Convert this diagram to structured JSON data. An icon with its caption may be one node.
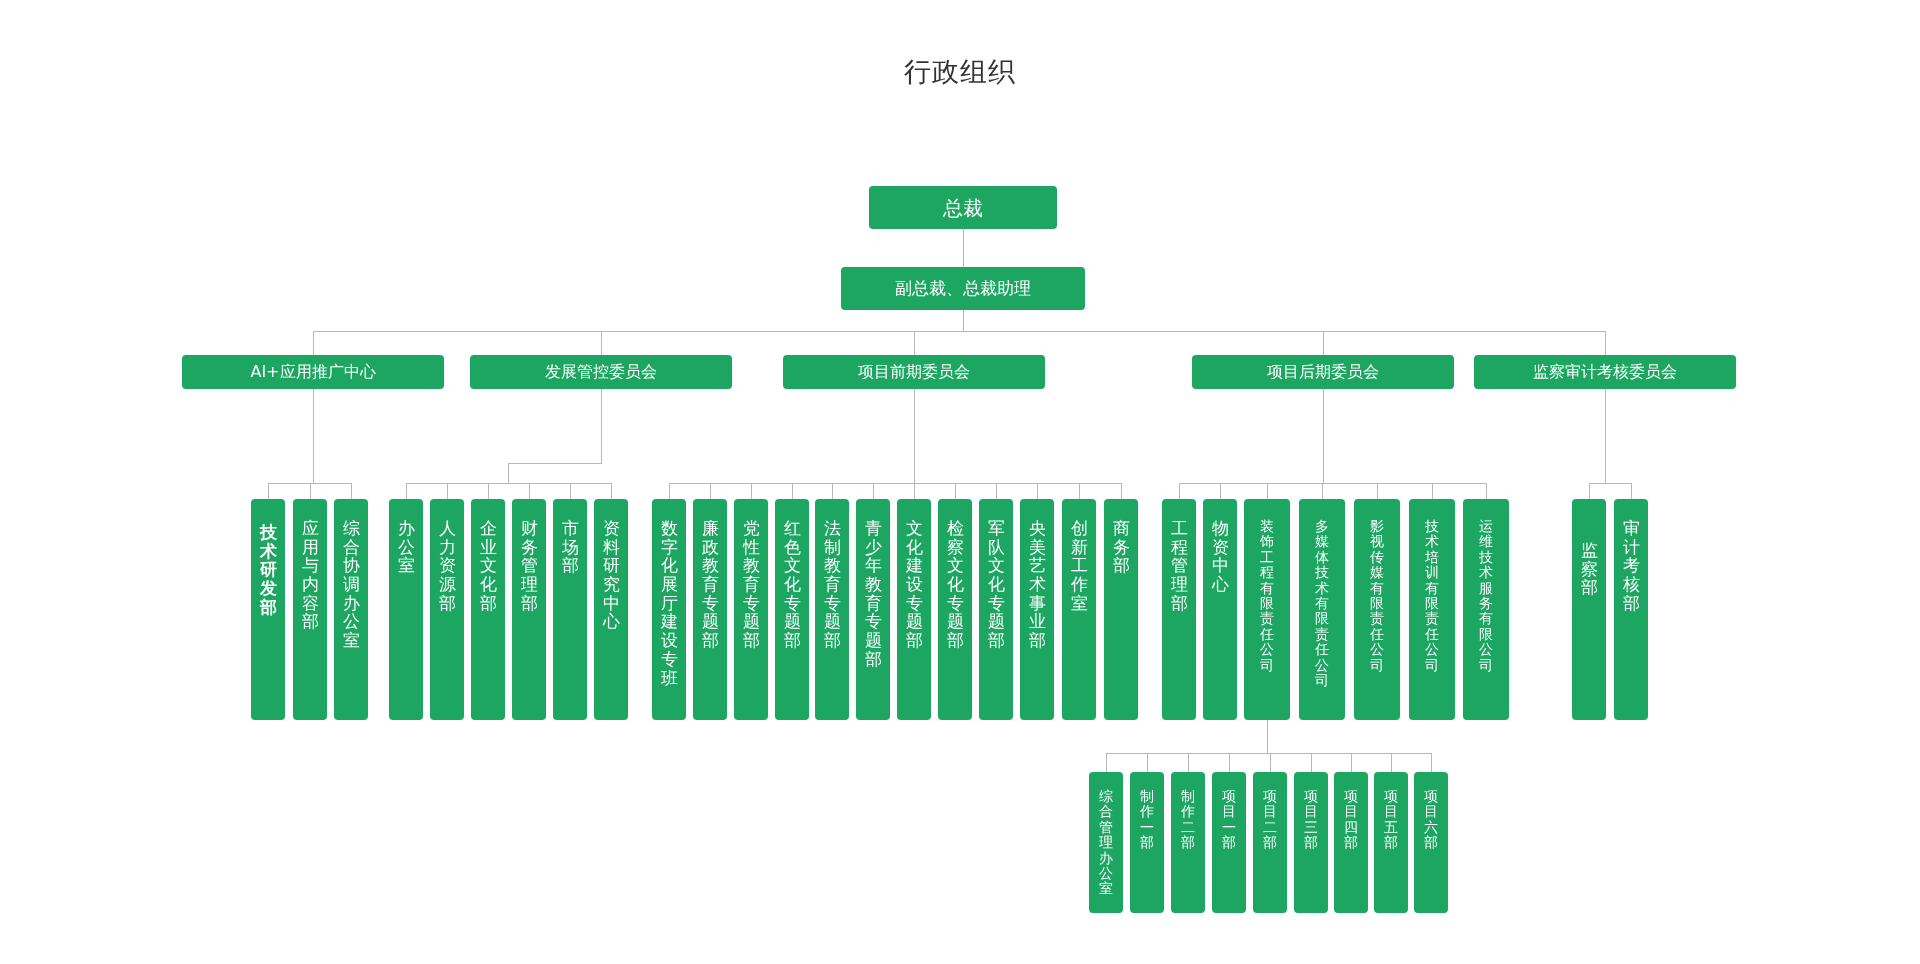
{
  "diagram": {
    "title": "行政组织",
    "nodes": [
      {
        "text": [
          "总裁"
        ]
      },
      {
        "text": [
          "副总裁、总裁助理"
        ]
      },
      {
        "text": [
          "AI+应用推广中心"
        ]
      },
      {
        "text": [
          "发展管控委员会"
        ]
      },
      {
        "text": [
          "项目前期委员会"
        ]
      },
      {
        "text": [
          "项目后期委员会"
        ]
      },
      {
        "text": [
          "监察审计考核委员会"
        ]
      },
      {
        "text": [
          "技术研发部"
        ]
      },
      {
        "text": [
          "应用与内容部"
        ]
      },
      {
        "text": [
          "综合协调办公室"
        ]
      },
      {
        "text": [
          "办公室"
        ]
      },
      {
        "text": [
          "人力资源部"
        ]
      },
      {
        "text": [
          "企业文化部"
        ]
      },
      {
        "text": [
          "财务管理部"
        ]
      },
      {
        "text": [
          "市场部"
        ]
      },
      {
        "text": [
          "资料研究中心"
        ]
      },
      {
        "text": [
          "数字化展厅建设专班"
        ]
      },
      {
        "text": [
          "廉政教育专题部"
        ]
      },
      {
        "text": [
          "党性教育专题部"
        ]
      },
      {
        "text": [
          "红色文化专题部"
        ]
      },
      {
        "text": [
          "法制教育专题部"
        ]
      },
      {
        "text": [
          "青少年教育专题部"
        ]
      },
      {
        "text": [
          "文化建设专题部"
        ]
      },
      {
        "text": [
          "检察文化专题部"
        ]
      },
      {
        "text": [
          "军队文化专题部"
        ]
      },
      {
        "text": [
          "央美艺术事业部"
        ]
      },
      {
        "text": [
          "创新工作室"
        ]
      },
      {
        "text": [
          "商务部"
        ]
      },
      {
        "text": [
          "工程管理部"
        ]
      },
      {
        "text": [
          "物资中心"
        ]
      },
      {
        "text": [
          "装饰工程有限责任公司"
        ]
      },
      {
        "text": [
          "多媒体技术有限责任公司"
        ]
      },
      {
        "text": [
          "影视传媒有限责任公司"
        ]
      },
      {
        "text": [
          "技术培训有限责任公司"
        ]
      },
      {
        "text": [
          "运维技术服务有限公司"
        ]
      },
      {
        "text": [
          "监察部"
        ]
      },
      {
        "text": [
          "审计考核部"
        ]
      },
      {
        "text": [
          "综合管理办公室"
        ]
      },
      {
        "text": [
          "制作一部"
        ]
      },
      {
        "text": [
          "制作二部"
        ]
      },
      {
        "text": [
          "项目一部"
        ]
      },
      {
        "text": [
          "项目二部"
        ]
      },
      {
        "text": [
          "项目三部"
        ]
      },
      {
        "text": [
          "项目四部"
        ]
      },
      {
        "text": [
          "项目五部"
        ]
      },
      {
        "text": [
          "项目六部"
        ]
      }
    ],
    "edges": [
      {
        "from": 0,
        "to": 1,
        "arrow": "none"
      },
      {
        "from": 1,
        "to": 2,
        "arrow": "none"
      },
      {
        "from": 1,
        "to": 3,
        "arrow": "none"
      },
      {
        "from": 1,
        "to": 4,
        "arrow": "none"
      },
      {
        "from": 1,
        "to": 5,
        "arrow": "none"
      },
      {
        "from": 1,
        "to": 6,
        "arrow": "none"
      },
      {
        "from": 2,
        "to": 7,
        "arrow": "none"
      },
      {
        "from": 2,
        "to": 8,
        "arrow": "none"
      },
      {
        "from": 2,
        "to": 9,
        "arrow": "none"
      },
      {
        "from": 3,
        "to": 10,
        "arrow": "none"
      },
      {
        "from": 3,
        "to": 11,
        "arrow": "none"
      },
      {
        "from": 3,
        "to": 12,
        "arrow": "none"
      },
      {
        "from": 3,
        "to": 13,
        "arrow": "none"
      },
      {
        "from": 3,
        "to": 14,
        "arrow": "none"
      },
      {
        "from": 3,
        "to": 15,
        "arrow": "none"
      },
      {
        "from": 4,
        "to": 16,
        "arrow": "none"
      },
      {
        "from": 4,
        "to": 17,
        "arrow": "none"
      },
      {
        "from": 4,
        "to": 18,
        "arrow": "none"
      },
      {
        "from": 4,
        "to": 19,
        "arrow": "none"
      },
      {
        "from": 4,
        "to": 20,
        "arrow": "none"
      },
      {
        "from": 4,
        "to": 21,
        "arrow": "none"
      },
      {
        "from": 4,
        "to": 22,
        "arrow": "none"
      },
      {
        "from": 4,
        "to": 23,
        "arrow": "none"
      },
      {
        "from": 4,
        "to": 24,
        "arrow": "none"
      },
      {
        "from": 4,
        "to": 25,
        "arrow": "none"
      },
      {
        "from": 4,
        "to": 26,
        "arrow": "none"
      },
      {
        "from": 4,
        "to": 27,
        "arrow": "none"
      },
      {
        "from": 5,
        "to": 28,
        "arrow": "none"
      },
      {
        "from": 5,
        "to": 29,
        "arrow": "none"
      },
      {
        "from": 5,
        "to": 30,
        "arrow": "none"
      },
      {
        "from": 5,
        "to": 31,
        "arrow": "none"
      },
      {
        "from": 5,
        "to": 32,
        "arrow": "none"
      },
      {
        "from": 5,
        "to": 33,
        "arrow": "none"
      },
      {
        "from": 5,
        "to": 34,
        "arrow": "none"
      },
      {
        "from": 6,
        "to": 35,
        "arrow": "none"
      },
      {
        "from": 6,
        "to": 36,
        "arrow": "none"
      },
      {
        "from": 30,
        "to": 37,
        "arrow": "none"
      },
      {
        "from": 30,
        "to": 38,
        "arrow": "none"
      },
      {
        "from": 30,
        "to": 39,
        "arrow": "none"
      },
      {
        "from": 30,
        "to": 40,
        "arrow": "none"
      },
      {
        "from": 30,
        "to": 41,
        "arrow": "none"
      },
      {
        "from": 30,
        "to": 42,
        "arrow": "none"
      },
      {
        "from": 30,
        "to": 43,
        "arrow": "none"
      },
      {
        "from": 30,
        "to": 44,
        "arrow": "none"
      },
      {
        "from": 30,
        "to": 45,
        "arrow": "none"
      }
    ]
  }
}
